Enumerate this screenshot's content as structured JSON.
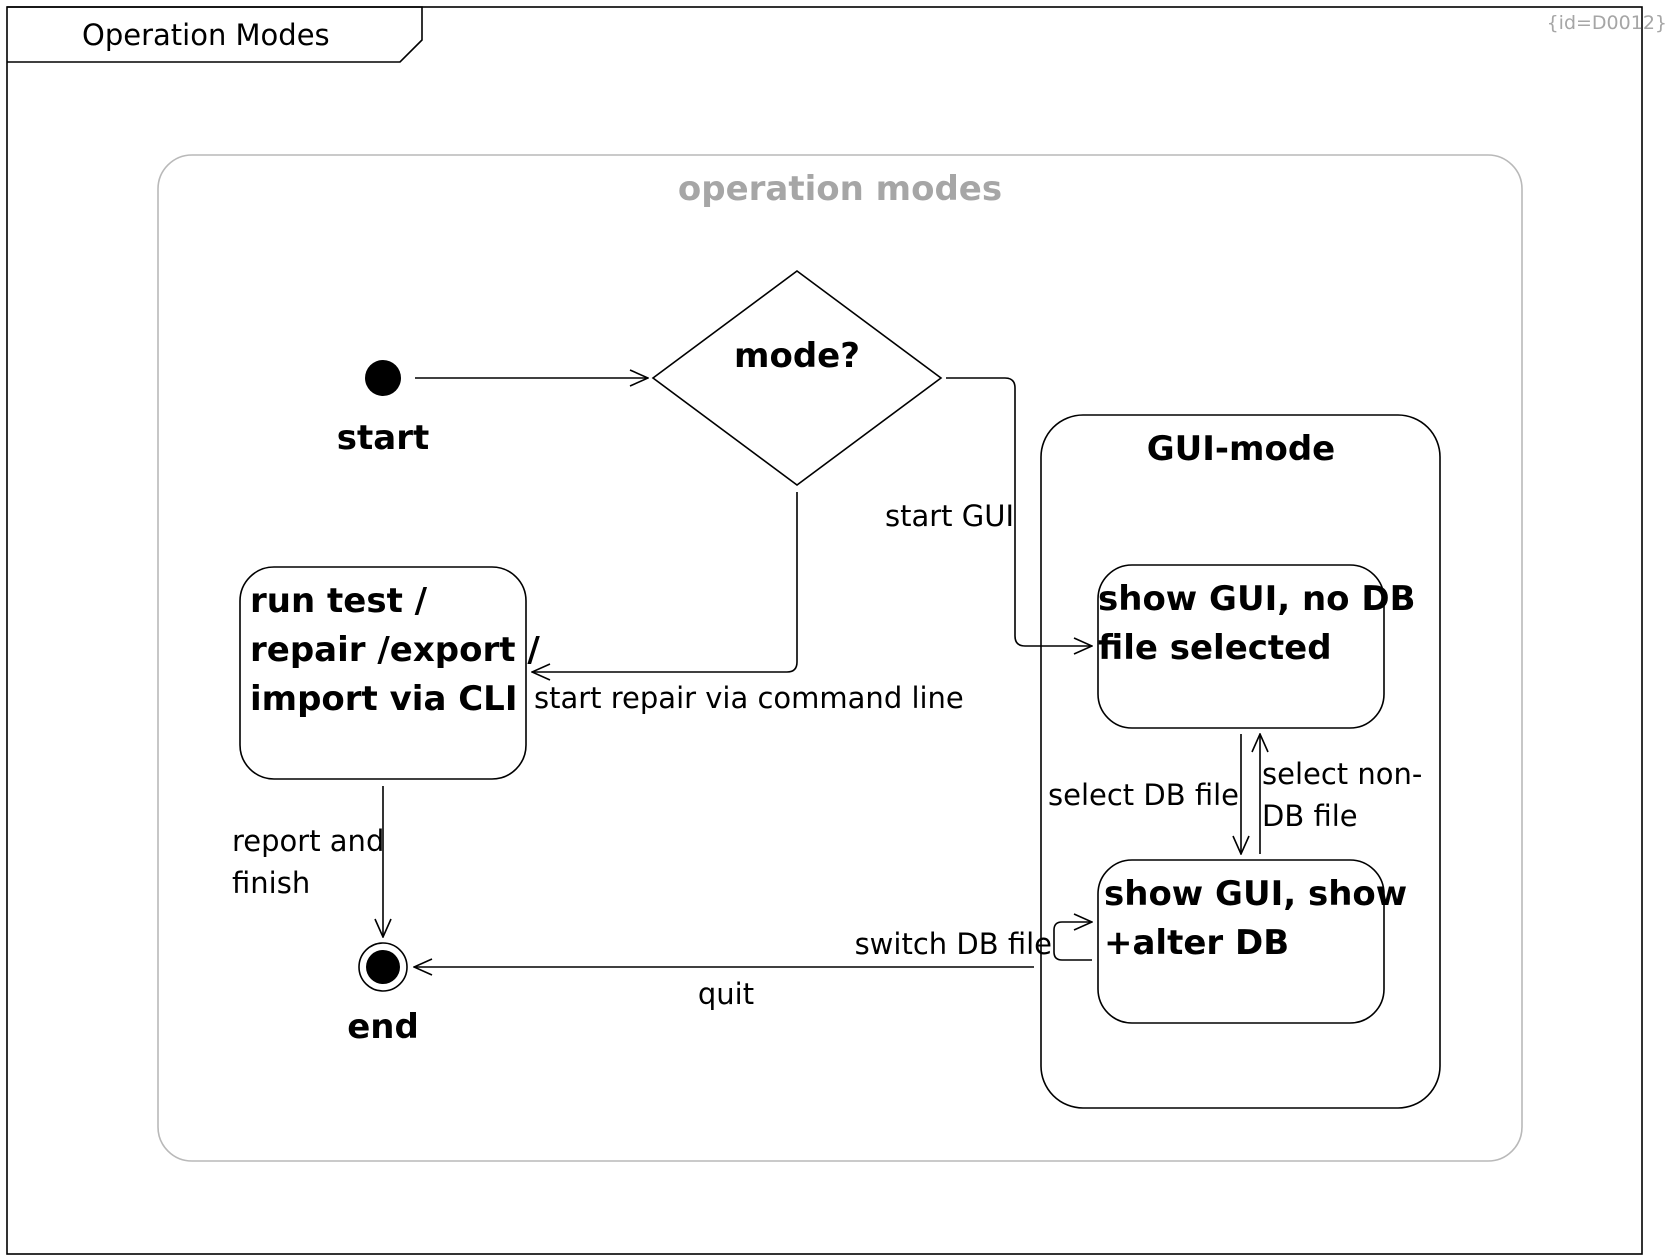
{
  "frame": {
    "tab_label": "Operation Modes",
    "id_label": "{id=D0012}"
  },
  "region": {
    "title": "operation modes"
  },
  "nodes": {
    "start_label": "start",
    "decision_label": "mode?",
    "cli_state_lines": [
      "run test /",
      "repair /export /",
      "import via CLI"
    ],
    "end_label": "end",
    "gui_mode_title": "GUI-mode",
    "gui_no_db_lines": [
      "show GUI, no DB",
      "file selected"
    ],
    "gui_alter_db_lines": [
      "show GUI, show",
      "+alter DB"
    ]
  },
  "transitions": {
    "start_gui": "start GUI",
    "start_repair": "start repair via command line",
    "report_finish_lines": [
      "report and",
      "finish"
    ],
    "select_db_file": "select DB file",
    "select_non_db_lines": [
      "select non-",
      "DB file"
    ],
    "switch_db_file": "switch DB file",
    "quit": "quit"
  },
  "colors": {
    "frame_stroke": "#000000",
    "region_stroke": "#b9b9b9",
    "region_title": "#a6a6a6",
    "id_label": "#a6a6a6"
  }
}
